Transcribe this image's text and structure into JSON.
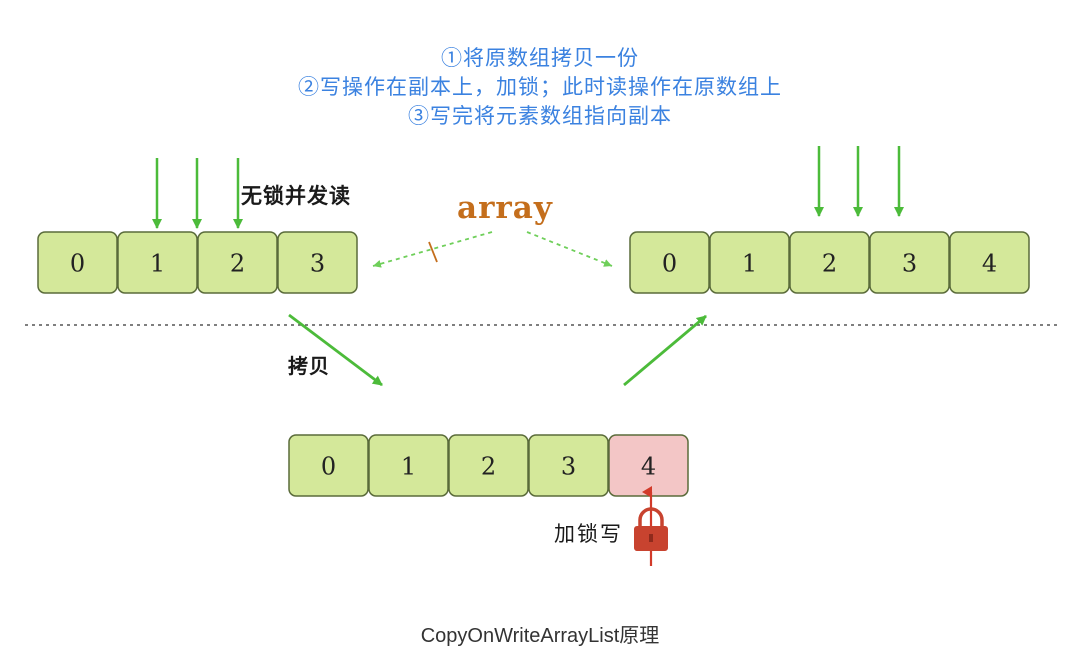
{
  "steps": [
    "①将原数组拷贝一份",
    "②写操作在副本上，加锁；此时读操作在原数组上",
    "③写完将元素数组指向副本"
  ],
  "labels": {
    "concurrent_read": "无锁并发读",
    "array": "array",
    "copy": "拷贝",
    "locked_write": "加锁写"
  },
  "arrays": {
    "original": [
      "0",
      "1",
      "2",
      "3"
    ],
    "new": [
      "0",
      "1",
      "2",
      "3",
      "4"
    ],
    "copy": [
      "0",
      "1",
      "2",
      "3",
      "4"
    ]
  },
  "caption": "CopyOnWriteArrayList原理",
  "colors": {
    "cell_fill": "#d4e89a",
    "cell_stroke": "#5a6b3a",
    "new_cell_fill": "#f3c6c6",
    "arrow_green": "#4cbb3a",
    "dashed_arrow": "#6fcf5a",
    "lock_red": "#c8432f",
    "steps_text": "#3b82e0",
    "array_text": "#c46e1c"
  },
  "icons": [
    "lock-icon"
  ]
}
